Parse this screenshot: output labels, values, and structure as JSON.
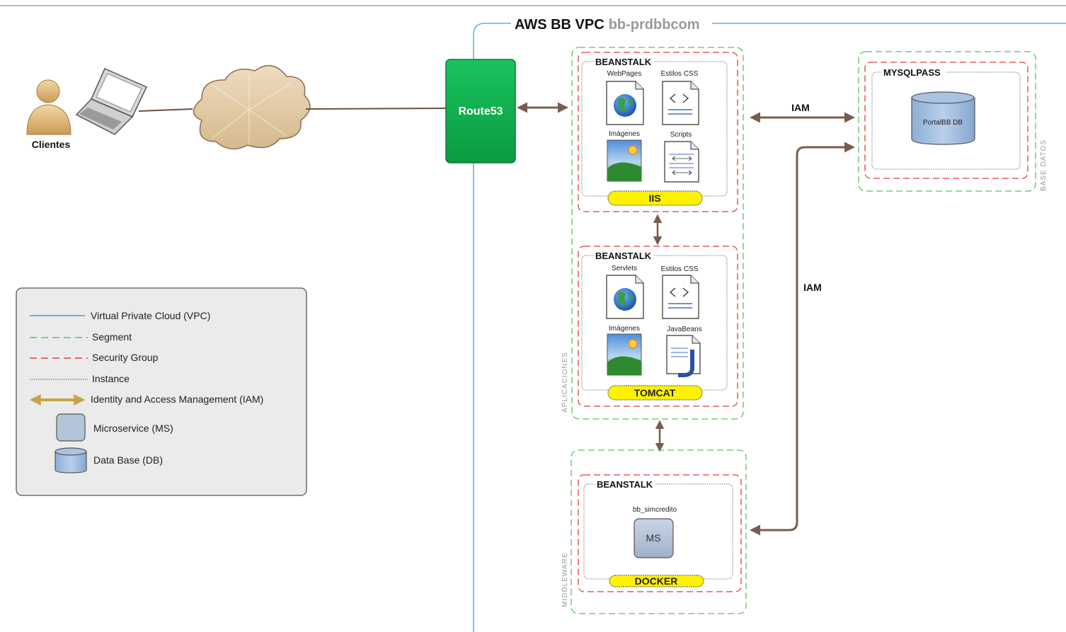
{
  "vpc": {
    "title": "AWS BB VPC",
    "name": "bb-prdbbcom"
  },
  "clients": {
    "label": "Clientes"
  },
  "route": {
    "label": "Route53"
  },
  "segments": {
    "apps": "APLICACIONES",
    "middleware": "MIDDLEWARE",
    "db": "BASE DATOS"
  },
  "iis": {
    "title": "BEANSTALK",
    "badge": "IIS",
    "items": [
      "WebPages",
      "Estilos CSS",
      "Imágenes",
      "Scripts"
    ]
  },
  "tomcat": {
    "title": "BEANSTALK",
    "badge": "TOMCAT",
    "items": [
      "Servlets",
      "Estilos CSS",
      "Imágenes",
      "JavaBeans"
    ]
  },
  "docker": {
    "title": "BEANSTALK",
    "badge": "DOCKER",
    "service": "bb_simcredito",
    "ms": "MS"
  },
  "mysql": {
    "title": "MYSQLPASS",
    "db": "PortalBB DB"
  },
  "iam_labels": [
    "IAM",
    "IAM"
  ],
  "legend": {
    "items": [
      "Virtual Private Cloud (VPC)",
      "Segment",
      "Security Group",
      "Instance",
      "Identity and Access Management (IAM)",
      "Microservice (MS)",
      "Data Base (DB)"
    ]
  },
  "colors": {
    "vpc": "#35a6e0",
    "segment": "#5fbf5f",
    "security": "#e23c3c",
    "instance": "#555555",
    "arrow": "#7a5c4e",
    "iam_legend": "#c8a24a",
    "route": "#0eae4c",
    "badge": "#fff200",
    "ms": "#b4c4d8",
    "db": "#9fbbd9"
  },
  "icons": [
    "person-icon",
    "laptop-icon",
    "cloud-icon",
    "web-page-icon",
    "css-file-icon",
    "image-file-icon",
    "script-file-icon",
    "java-file-icon",
    "database-icon",
    "microservice-icon"
  ]
}
